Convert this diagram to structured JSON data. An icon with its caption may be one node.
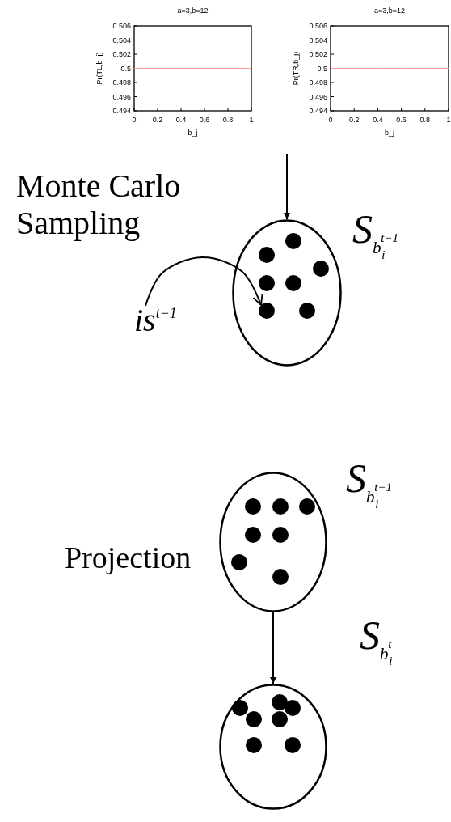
{
  "diagram": {
    "nodes": [
      {
        "text": [],
        "shape": "ellipse",
        "beside": [
          "S$_{b}$$_{i}$$^{t−1}$"
        ]
      },
      {
        "text": [],
        "shape": "circle",
        "in": 0
      },
      {
        "text": [
          "is$^{t−1}$"
        ]
      },
      {
        "text": [],
        "shape": "ellipse",
        "beside": [
          "S$_{b}$$_{i}$$^{t−1}$"
        ]
      },
      {
        "text": [],
        "shape": "ellipse",
        "beside": [
          "S$_{b}$$_{i}$$^{t}$"
        ]
      }
    ],
    "edges": [
      {
        "from": null,
        "to": 0,
        "arrow": "to"
      },
      {
        "from": 2,
        "to": 1,
        "arrow": "to"
      },
      {
        "from": 3,
        "to": 4,
        "arrow": "to"
      }
    ],
    "labels": [
      "Monte Carlo Sampling",
      "Projection"
    ],
    "chart_data": [
      {
        "type": "line",
        "title": "a=3,b=12",
        "xlabel": "b_j",
        "ylabel": "Pr(TL,b_j)",
        "x": [
          0,
          0.2,
          0.4,
          0.6,
          0.8,
          1
        ],
        "series": [
          {
            "color": "#ff9999",
            "values": [
              0.5,
              0.5,
              0.5,
              0.5,
              0.5,
              0.5
            ]
          }
        ],
        "xlim": [
          0,
          1
        ],
        "ylim": [
          0.494,
          0.506
        ],
        "xticks": [
          0,
          0.2,
          0.4,
          0.6,
          0.8,
          1
        ],
        "yticks": [
          0.494,
          0.496,
          0.498,
          0.5,
          0.502,
          0.504,
          0.506
        ]
      },
      {
        "type": "line",
        "title": "a=3,b=12",
        "xlabel": "b_j",
        "ylabel": "Pr(TR,b_j)",
        "x": [
          0,
          0.2,
          0.4,
          0.6,
          0.8,
          1
        ],
        "series": [
          {
            "color": "#ff9999",
            "values": [
              0.5,
              0.5,
              0.5,
              0.5,
              0.5,
              0.5
            ]
          }
        ],
        "xlim": [
          0,
          1
        ],
        "ylim": [
          0.494,
          0.506
        ],
        "xticks": [
          0,
          0.2,
          0.4,
          0.6,
          0.8,
          1
        ],
        "yticks": [
          0.494,
          0.496,
          0.498,
          0.5,
          0.502,
          0.504,
          0.506
        ]
      }
    ]
  }
}
